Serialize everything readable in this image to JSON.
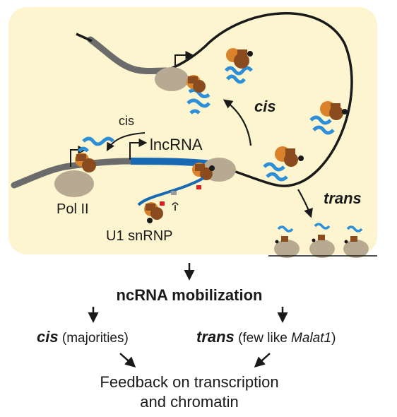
{
  "figure": {
    "labels": {
      "lncrna": "lncRNA",
      "cis_small": "cis",
      "cis_bold": "cis",
      "trans_bold": "trans",
      "pol2": "Pol II",
      "u1": "U1 snRNP"
    },
    "flow": {
      "title": "ncRNA mobilization",
      "cis_word": "cis",
      "cis_note": " (majorities)",
      "trans_word": "trans",
      "trans_note_pre": " (few like ",
      "trans_note_gene": "Malat1",
      "trans_note_post": ")",
      "feedback_line1": "Feedback on transcription",
      "feedback_line2": "and chromatin"
    },
    "colors": {
      "panel": "#fdf5cf",
      "chromatin": "#1a1a1a",
      "gene_gray": "#6b6b6b",
      "lncrna_blue": "#1769b3",
      "rna_blue": "#2d8fd8",
      "protein_brown": "#8a4b1e",
      "protein_orange": "#d9822b",
      "polii_tan": "#b8aa92",
      "marker_red": "#e02020"
    }
  }
}
